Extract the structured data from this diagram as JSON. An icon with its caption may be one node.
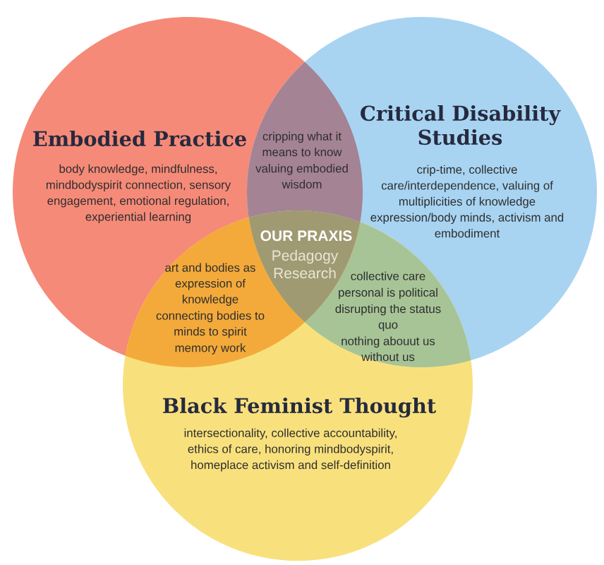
{
  "diagram": {
    "nodes": [
      {
        "text": [
          "Embodied Practice",
          "body knowledge, mindfulness, mindbodyspirit connection, sensory engagement, emotional regulation, experiential learning"
        ]
      },
      {
        "text": [
          "Critical Disability Studies",
          "crip-time, collective care/interdependence, valuing of multiplicities of knowledge expression/body minds, activism and embodiment"
        ]
      },
      {
        "text": [
          "cripping what it means to know",
          "valuing embodied wisdom"
        ]
      },
      {
        "text": [
          "OUR PRAXIS",
          "Pedagogy",
          "Research"
        ]
      },
      {
        "text": [
          "art and bodies as expression of knowledge",
          "connecting bodies to minds to spirit",
          "memory work"
        ]
      },
      {
        "text": [
          "collective care",
          "personal is political",
          "disrupting the status quo",
          "nothing abouut us without us"
        ]
      },
      {
        "text": [
          "Black Feminist Thought",
          "intersectionality, collective accountability, ethics of care, honoring mindbodyspirit, homeplace activism and self-definition"
        ]
      }
    ]
  }
}
